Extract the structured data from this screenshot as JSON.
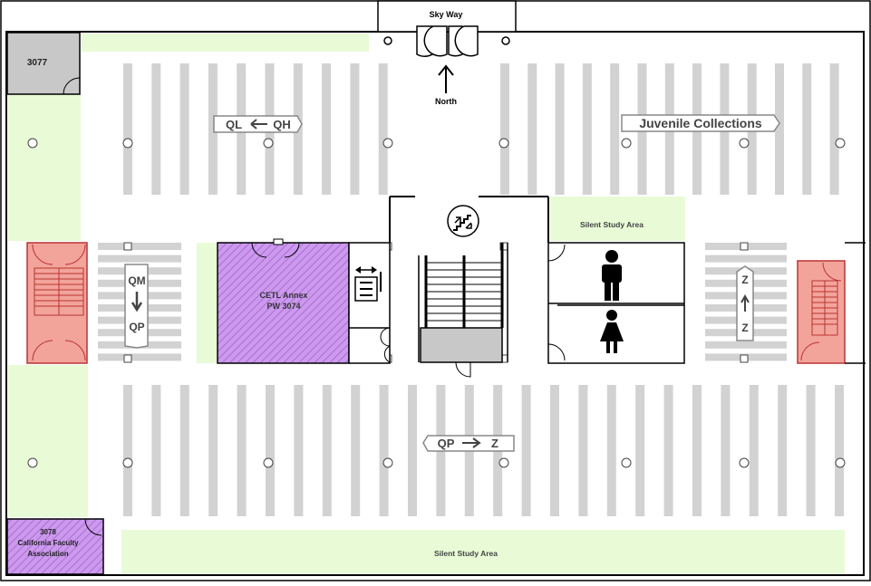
{
  "colors": {
    "green": "#e8fbd6",
    "purple": "#cc99ee",
    "red": "#f2a49a",
    "gray": "#c8c8c8",
    "shelf": "#d2d2d2"
  },
  "skyway": {
    "label": "Sky Way"
  },
  "north": {
    "label": "North"
  },
  "rooms": {
    "r3077": {
      "label": "3077"
    },
    "cetl": {
      "line1": "CETL Annex",
      "line2": "PW 3074"
    },
    "r3078": {
      "line1": "3078",
      "line2": "California Faculty",
      "line3": "Association"
    }
  },
  "study": {
    "top": "Silent Study Area",
    "bottom": "Silent Study Area"
  },
  "signs": {
    "ql_from": "QL",
    "ql_to": "QH",
    "juvenile": "Juvenile Collections",
    "qm_from": "QM",
    "qm_to": "QP",
    "z_top": "Z",
    "z_bottom": "Z",
    "qp_from": "QP",
    "qp_to": "Z"
  },
  "icons": [
    "stairs-icon",
    "elevator-icon",
    "men-restroom-icon",
    "women-restroom-icon",
    "north-arrow-icon"
  ]
}
